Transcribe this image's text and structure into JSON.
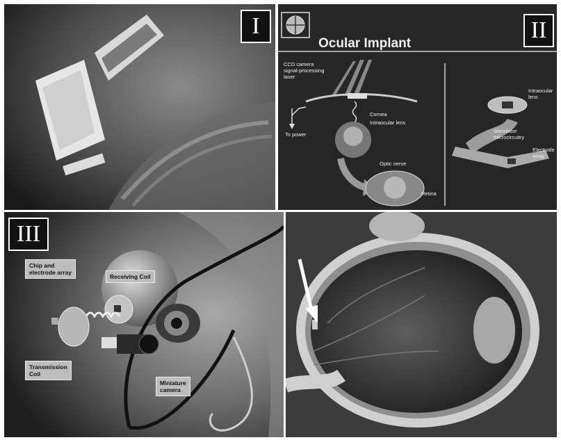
{
  "panels": {
    "one": {
      "numeral": "I"
    },
    "two": {
      "numeral": "II",
      "title": "Ocular Implant",
      "labels": {
        "ccd": "CCD camera\nsignal-processing\nlaser",
        "power": "To power",
        "cornea": "Cornea",
        "iol": "Intraocular lens",
        "optic": "Optic nerve",
        "retina": "Retina",
        "intraocular": "Intraocular\nlens",
        "stimulator": "Stimulator\nmicrocircuitry",
        "electrode": "Electrode\narray"
      }
    },
    "three": {
      "numeral": "III",
      "labels": {
        "chip": "Chip and\nelectrode array",
        "receiving": "Receiving Coil",
        "transmission": "Transmission\nCoil",
        "camera": "Miniature\ncamera"
      }
    }
  }
}
